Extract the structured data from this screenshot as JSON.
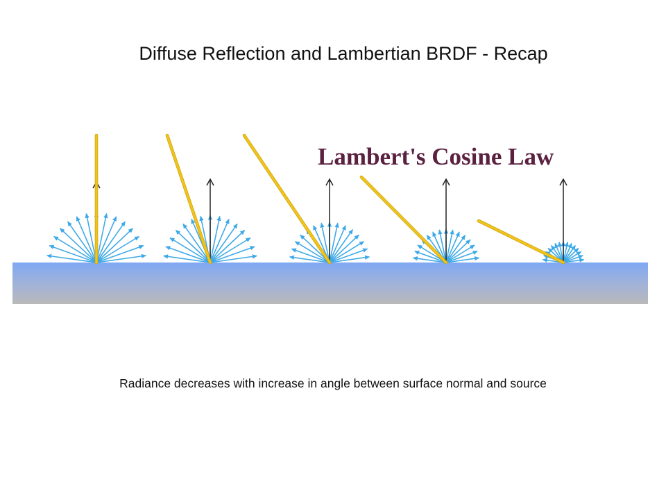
{
  "slide": {
    "title": "Diffuse Reflection and Lambertian BRDF - Recap",
    "caption": "Radiance decreases with increase in angle between surface normal and source"
  },
  "figure": {
    "heading": "Lambert's Cosine Law",
    "colors": {
      "incident_ray": "#f0c419",
      "incident_ray_edge": "#c9a010",
      "reflected_ray": "#3fa9e8",
      "surface_normal": "#222222",
      "surface_top": "#7fa8f4",
      "surface_bottom": "#b7b7b7",
      "heading_text": "#5a2140"
    },
    "icons": [
      "incident-light-ray",
      "surface-normal-arrow",
      "reflected-ray-fan"
    ]
  }
}
